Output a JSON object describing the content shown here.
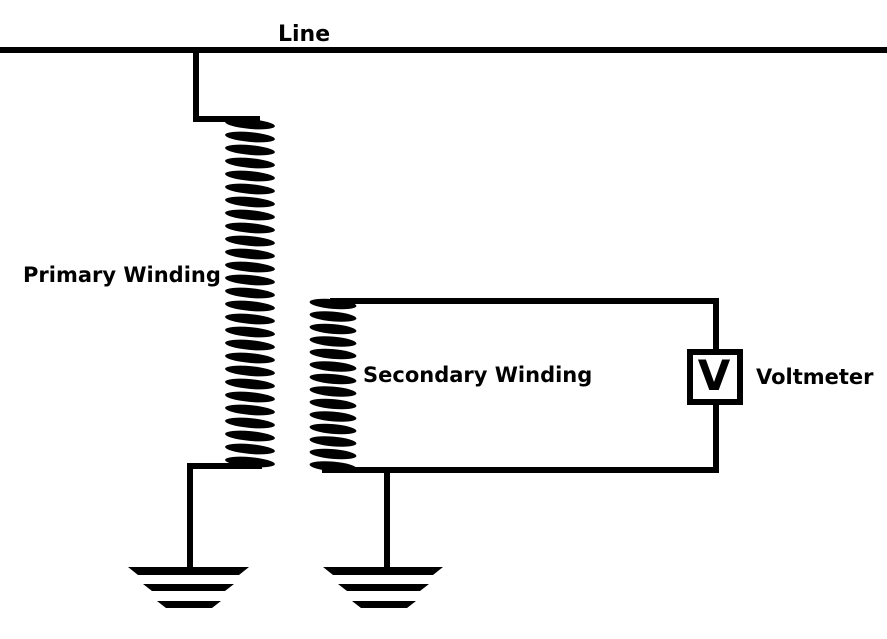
{
  "diagram": {
    "labels": {
      "line": "Line",
      "primary_winding": "Primary Winding",
      "secondary_winding": "Secondary Winding",
      "voltmeter": "Voltmeter",
      "voltmeter_symbol": "V"
    },
    "colors": {
      "stroke": "#000000",
      "background": "#ffffff"
    }
  }
}
